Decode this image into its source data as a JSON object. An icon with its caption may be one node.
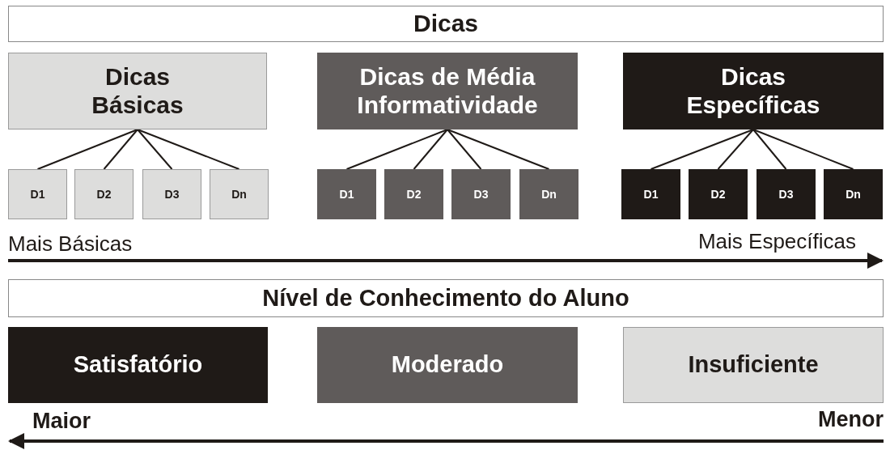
{
  "diagram": {
    "nodes": [
      {
        "text": [
          "Dicas"
        ]
      },
      {
        "text": [
          "Dicas Básicas"
        ]
      },
      {
        "text": [
          "Dicas de Média Informatividade"
        ]
      },
      {
        "text": [
          "Dicas Específicas"
        ]
      },
      {
        "text": [
          "D1"
        ]
      },
      {
        "text": [
          "D2"
        ]
      },
      {
        "text": [
          "D3"
        ]
      },
      {
        "text": [
          "Dn"
        ]
      },
      {
        "text": [
          "D1"
        ]
      },
      {
        "text": [
          "D2"
        ]
      },
      {
        "text": [
          "D3"
        ]
      },
      {
        "text": [
          "Dn"
        ]
      },
      {
        "text": [
          "D1"
        ]
      },
      {
        "text": [
          "D2"
        ]
      },
      {
        "text": [
          "D3"
        ]
      },
      {
        "text": [
          "Dn"
        ]
      },
      {
        "text": [
          "Nível de Conhecimento do Aluno"
        ]
      },
      {
        "text": [
          "Satisfatório"
        ]
      },
      {
        "text": [
          "Moderado"
        ]
      },
      {
        "text": [
          "Insuficiente"
        ]
      }
    ],
    "edges": [
      {
        "from": 1,
        "to": 4,
        "arrow": "none"
      },
      {
        "from": 1,
        "to": 5,
        "arrow": "none"
      },
      {
        "from": 1,
        "to": 6,
        "arrow": "none"
      },
      {
        "from": 1,
        "to": 7,
        "arrow": "none"
      },
      {
        "from": 2,
        "to": 8,
        "arrow": "none"
      },
      {
        "from": 2,
        "to": 9,
        "arrow": "none"
      },
      {
        "from": 2,
        "to": 10,
        "arrow": "none"
      },
      {
        "from": 2,
        "to": 11,
        "arrow": "none"
      },
      {
        "from": 3,
        "to": 12,
        "arrow": "none"
      },
      {
        "from": 3,
        "to": 13,
        "arrow": "none"
      },
      {
        "from": 3,
        "to": 14,
        "arrow": "none"
      },
      {
        "from": 3,
        "to": 15,
        "arrow": "none"
      }
    ],
    "labels": [
      "Mais Básicas",
      "Mais Específicas",
      "Maior",
      "Menor"
    ]
  }
}
